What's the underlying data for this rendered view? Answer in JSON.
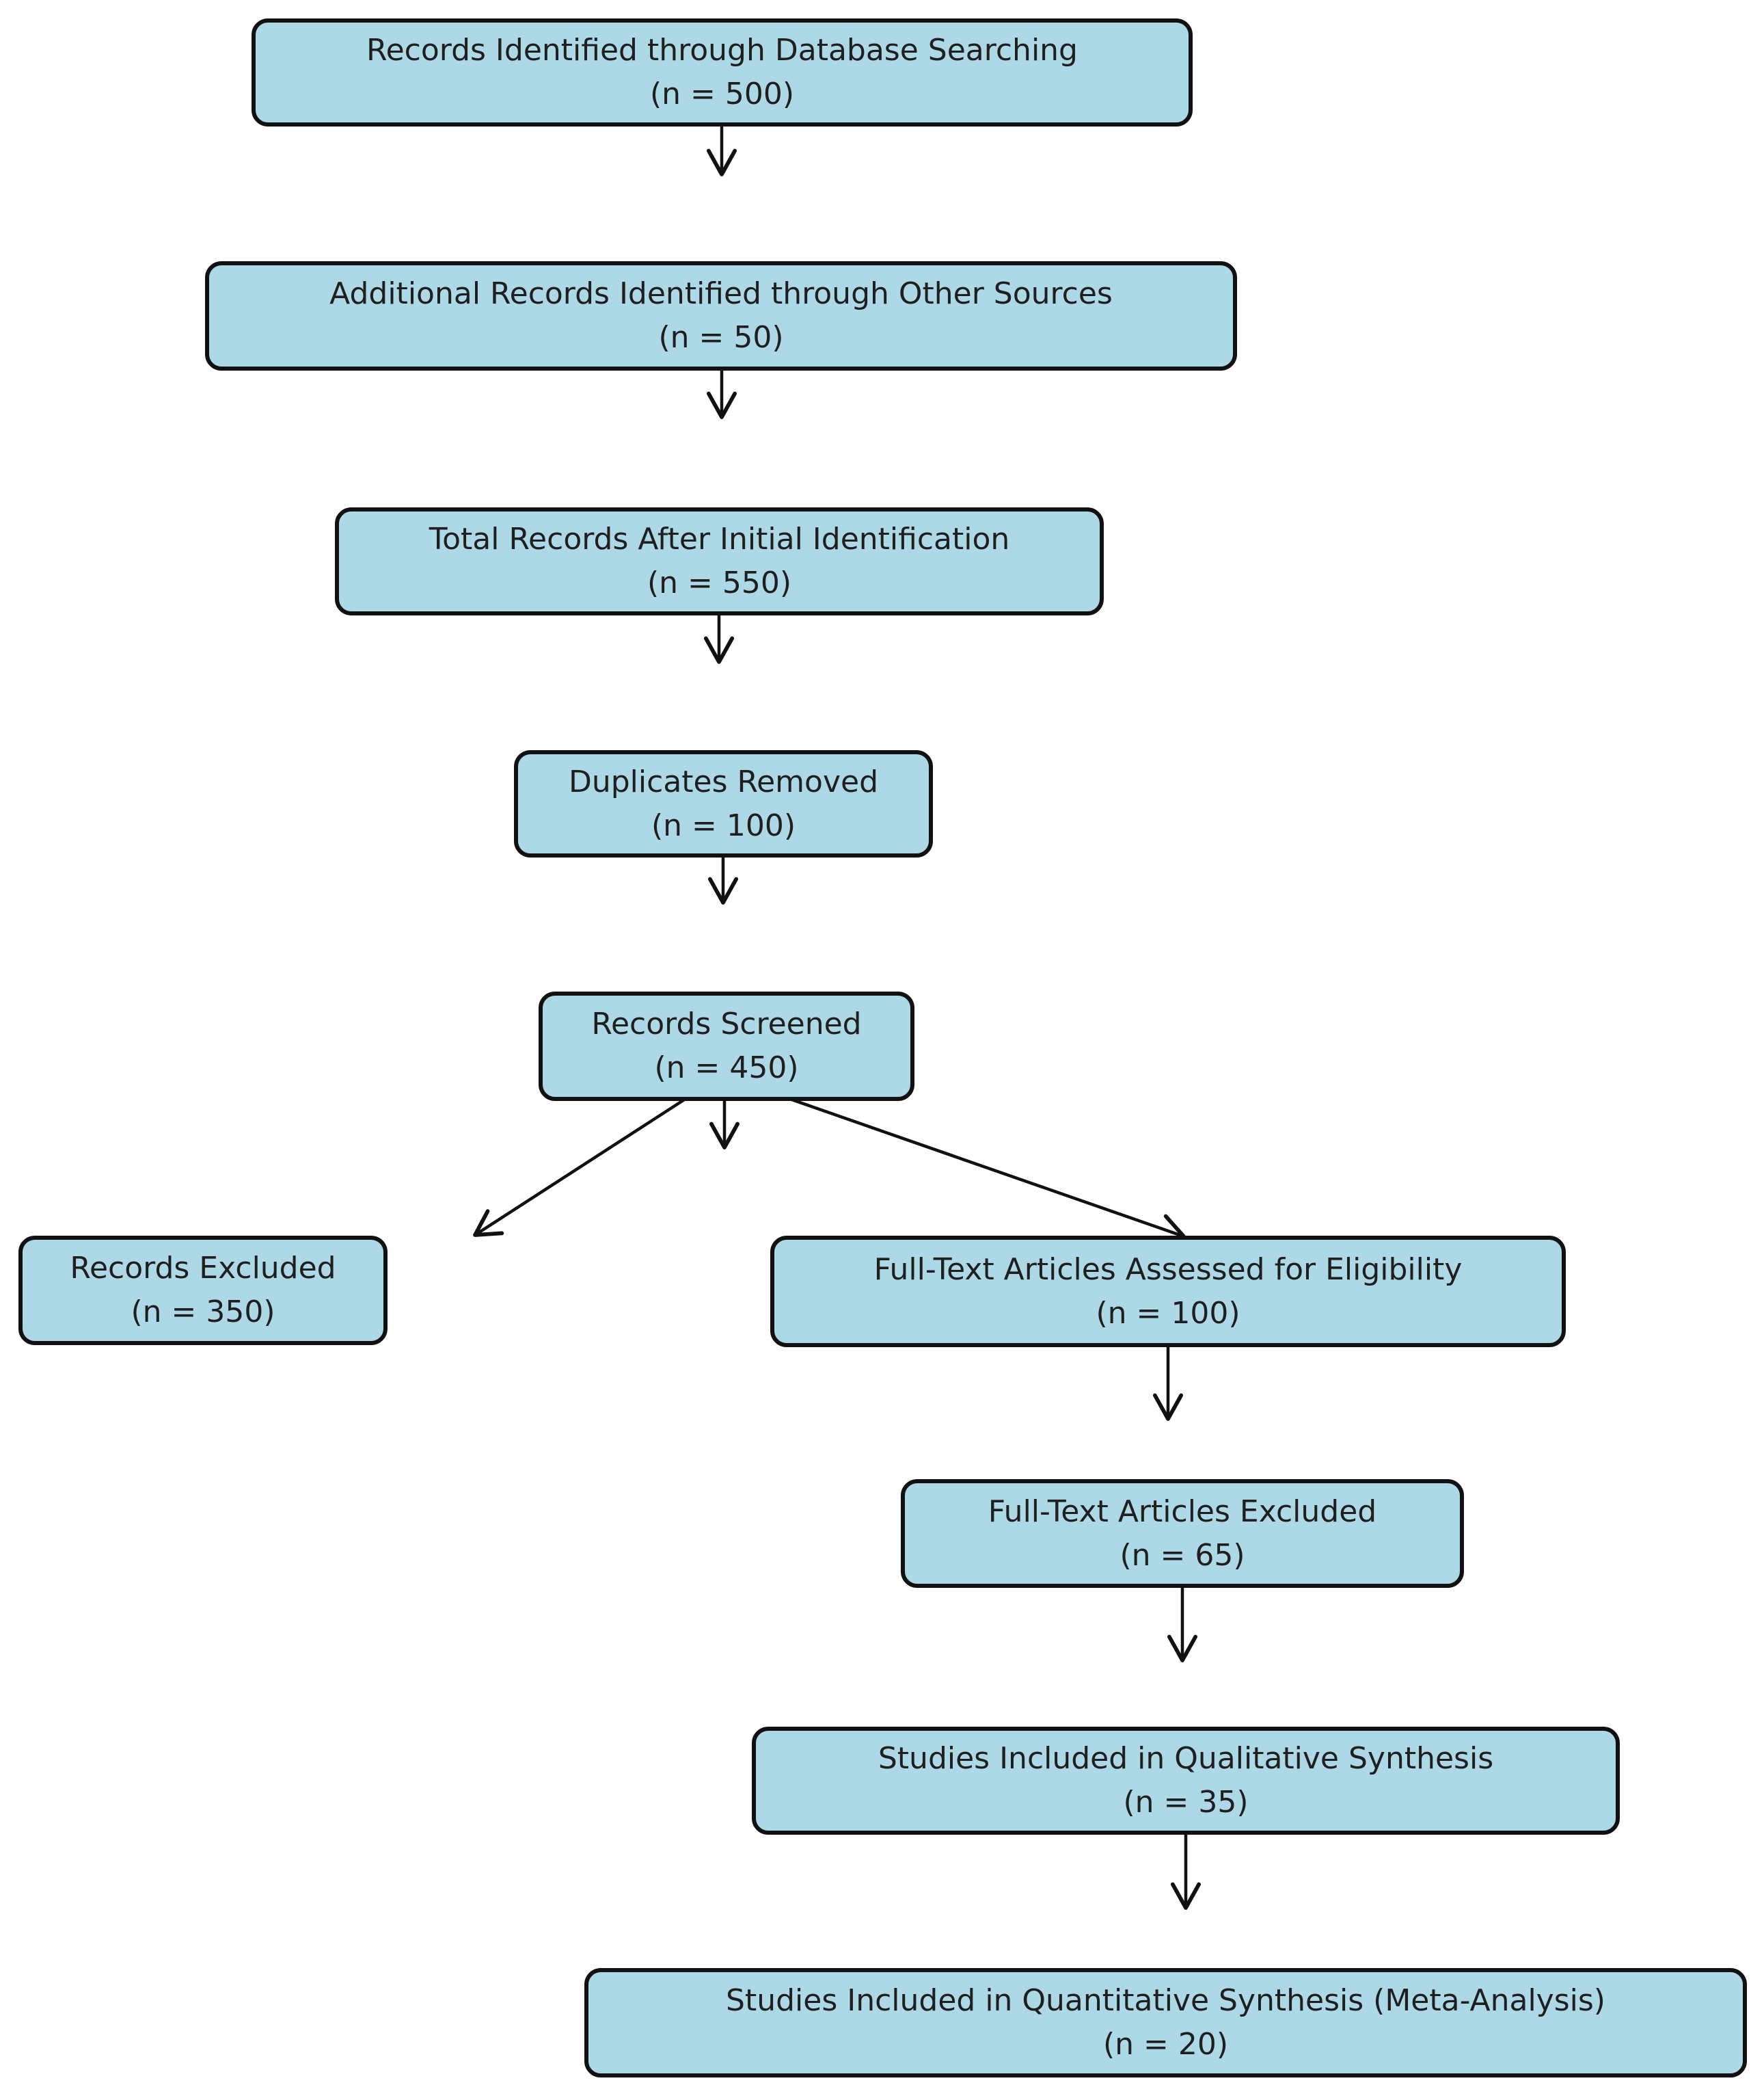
{
  "diagram": {
    "type": "flowchart",
    "colors": {
      "box_fill": "#ADD8E6",
      "box_border": "#111111",
      "text": "#1f1f1f",
      "arrow": "#111111",
      "background": "#ffffff"
    },
    "nodes": [
      {
        "id": "records-identified",
        "label": "Records Identified through Database Searching",
        "count": "(n = 500)"
      },
      {
        "id": "additional-records",
        "label": "Additional Records Identified through Other Sources",
        "count": "(n = 50)"
      },
      {
        "id": "total-records",
        "label": "Total Records After Initial Identification",
        "count": "(n = 550)"
      },
      {
        "id": "duplicates-removed",
        "label": "Duplicates Removed",
        "count": "(n = 100)"
      },
      {
        "id": "records-screened",
        "label": "Records Screened",
        "count": "(n = 450)"
      },
      {
        "id": "records-excluded",
        "label": "Records Excluded",
        "count": "(n = 350)"
      },
      {
        "id": "fulltext-assessed",
        "label": "Full-Text Articles Assessed for Eligibility",
        "count": "(n = 100)"
      },
      {
        "id": "fulltext-excluded",
        "label": "Full-Text Articles Excluded",
        "count": "(n = 65)"
      },
      {
        "id": "qualitative-synthesis",
        "label": "Studies Included in Qualitative Synthesis",
        "count": "(n = 35)"
      },
      {
        "id": "quantitative-synthesis",
        "label": "Studies Included in Quantitative Synthesis (Meta-Analysis)",
        "count": "(n = 20)"
      }
    ],
    "edges": [
      {
        "from": "records-identified",
        "to": "additional-records"
      },
      {
        "from": "additional-records",
        "to": "total-records"
      },
      {
        "from": "total-records",
        "to": "duplicates-removed"
      },
      {
        "from": "duplicates-removed",
        "to": "records-screened"
      },
      {
        "from": "records-screened",
        "to": "(down)"
      },
      {
        "from": "records-screened",
        "to": "records-excluded"
      },
      {
        "from": "records-screened",
        "to": "fulltext-assessed"
      },
      {
        "from": "fulltext-assessed",
        "to": "fulltext-excluded"
      },
      {
        "from": "fulltext-excluded",
        "to": "qualitative-synthesis"
      },
      {
        "from": "qualitative-synthesis",
        "to": "quantitative-synthesis"
      }
    ]
  }
}
